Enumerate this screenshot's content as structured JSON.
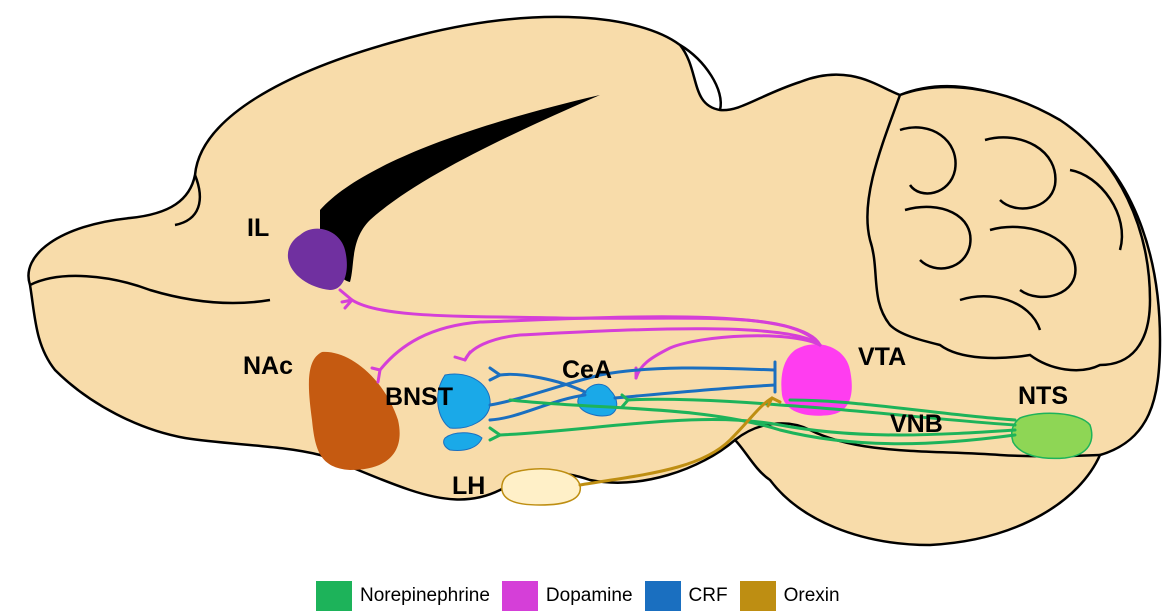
{
  "regions": {
    "il": "IL",
    "nac": "NAc",
    "bnst": "BNST",
    "cea": "CeA",
    "vta": "VTA",
    "lh": "LH",
    "nts": "NTS",
    "vnb": "VNB"
  },
  "legend": [
    {
      "label": "Norepinephrine",
      "color": "#1db35a"
    },
    {
      "label": "Dopamine",
      "color": "#d53fd8"
    },
    {
      "label": "CRF",
      "color": "#1a6fc0"
    },
    {
      "label": "Orexin",
      "color": "#be8e12"
    }
  ],
  "colors": {
    "brain": "#f8dcaa",
    "ventricle": "#000000",
    "il_region": "#7030a0",
    "nac_region": "#c55a11",
    "bnst_region": "#1aa9e8",
    "cea_region": "#1aa9e8",
    "vta_region": "#ff3df0",
    "lh_region": "#fff0c8",
    "nts_region": "#8ed655"
  }
}
